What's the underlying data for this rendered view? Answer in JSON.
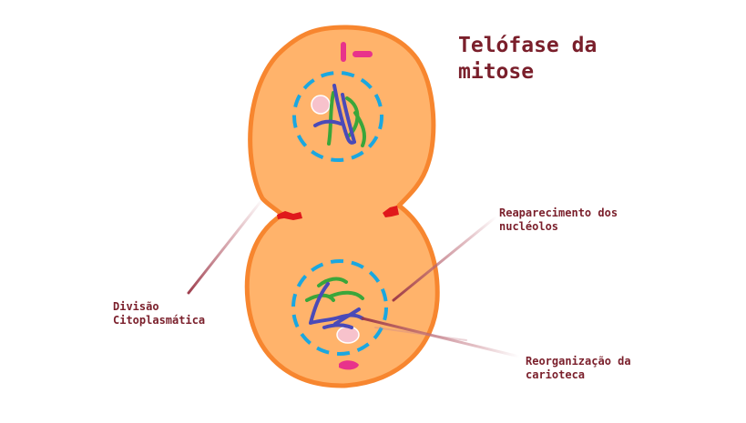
{
  "title": {
    "line1": "Telófase da",
    "line2": "mitose"
  },
  "labels": {
    "nucleolos": {
      "line1": "Reaparecimento dos",
      "line2": "nucléolos"
    },
    "divisao": {
      "line1": "Divisão",
      "line2": "Citoplasmática"
    },
    "carioteca": {
      "line1": "Reorganização da",
      "line2": "carioteca"
    }
  },
  "colors": {
    "text": "#7a1f2b",
    "cell_fill": "#ffb36b",
    "cell_outline": "#f7862f",
    "nuclear_envelope": "#1aa7e0",
    "chromosome_blue": "#4a4ab8",
    "chromosome_green": "#3aa63a",
    "nucleolus": "#f7c2cc",
    "centriole": "#e8338b",
    "furrow": "#e0181b",
    "pointer": "#9a3545"
  }
}
